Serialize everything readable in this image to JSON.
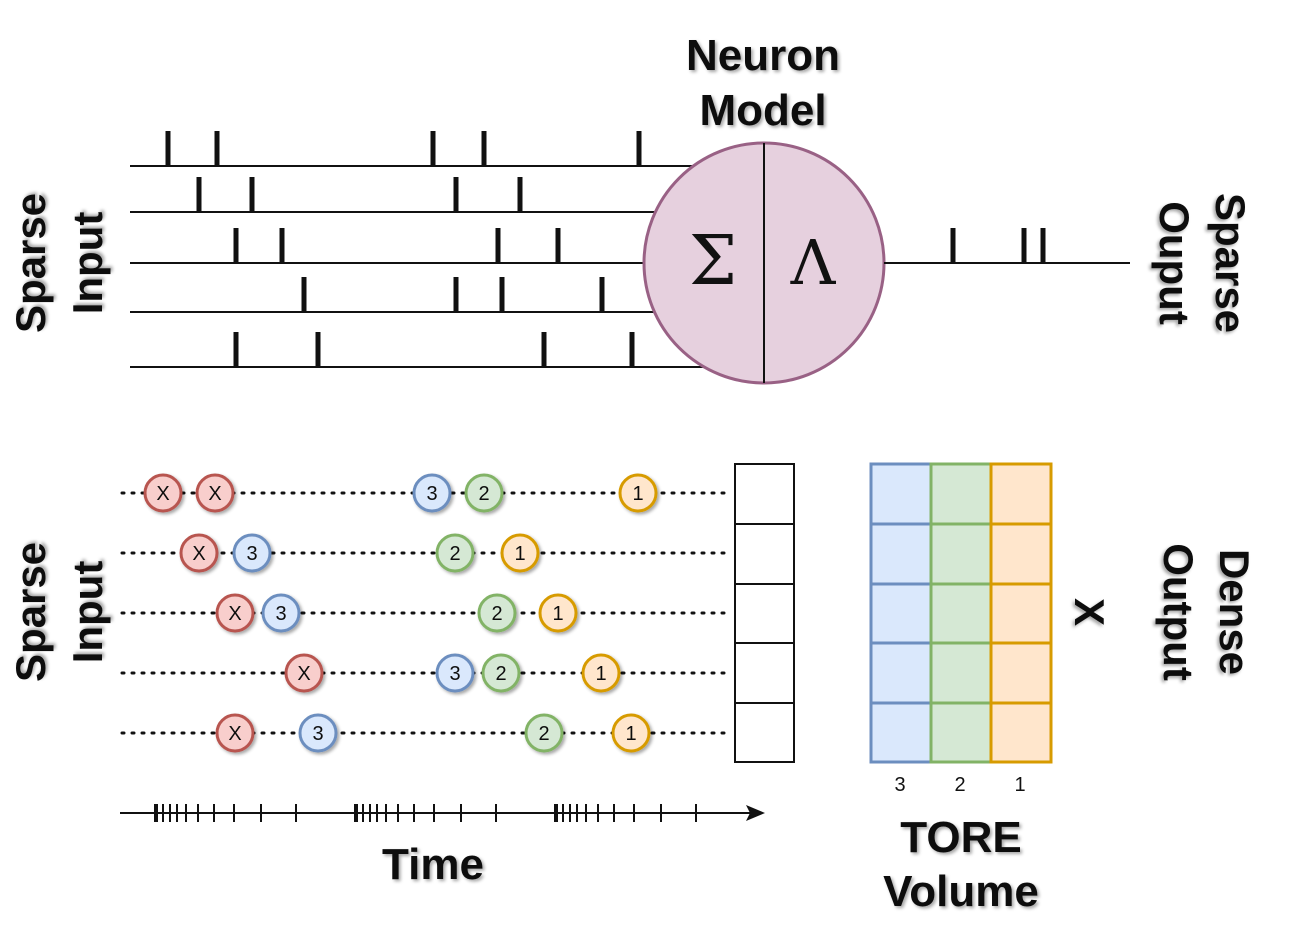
{
  "top": {
    "neuron_title_line1": "Neuron",
    "neuron_title_line2": "Model",
    "sum_symbol": "Σ",
    "lambda_symbol": "Λ",
    "input_label_line1": "Sparse",
    "input_label_line2": "Input",
    "output_label_line1": "Sparse",
    "output_label_line2": "Ouput",
    "colors": {
      "neuron_fill": "#e6d0de",
      "neuron_stroke": "#996185"
    }
  },
  "bottom": {
    "input_label_line1": "Sparse",
    "input_label_line2": "Input",
    "output_label_line1": "Dense",
    "output_label_line2": "Output",
    "x_symbol": "X",
    "time_label": "Time",
    "tore_label_line1": "TORE",
    "tore_label_line2": "Volume",
    "tore_columns": [
      "3",
      "2",
      "1"
    ],
    "rows": [
      [
        "X",
        "X",
        "3",
        "2",
        "1"
      ],
      [
        "X",
        "3",
        "2",
        "1"
      ],
      [
        "X",
        "3",
        "2",
        "1"
      ],
      [
        "X",
        "3",
        "2",
        "1"
      ],
      [
        "X",
        "3",
        "2",
        "1"
      ]
    ],
    "colors": {
      "X": {
        "fill": "#f8cecc",
        "stroke": "#b85450"
      },
      "3": {
        "fill": "#dae8fc",
        "stroke": "#6c8ebf"
      },
      "2": {
        "fill": "#d5e8d4",
        "stroke": "#82b366"
      },
      "1": {
        "fill": "#ffe6cc",
        "stroke": "#d79b00"
      }
    }
  }
}
